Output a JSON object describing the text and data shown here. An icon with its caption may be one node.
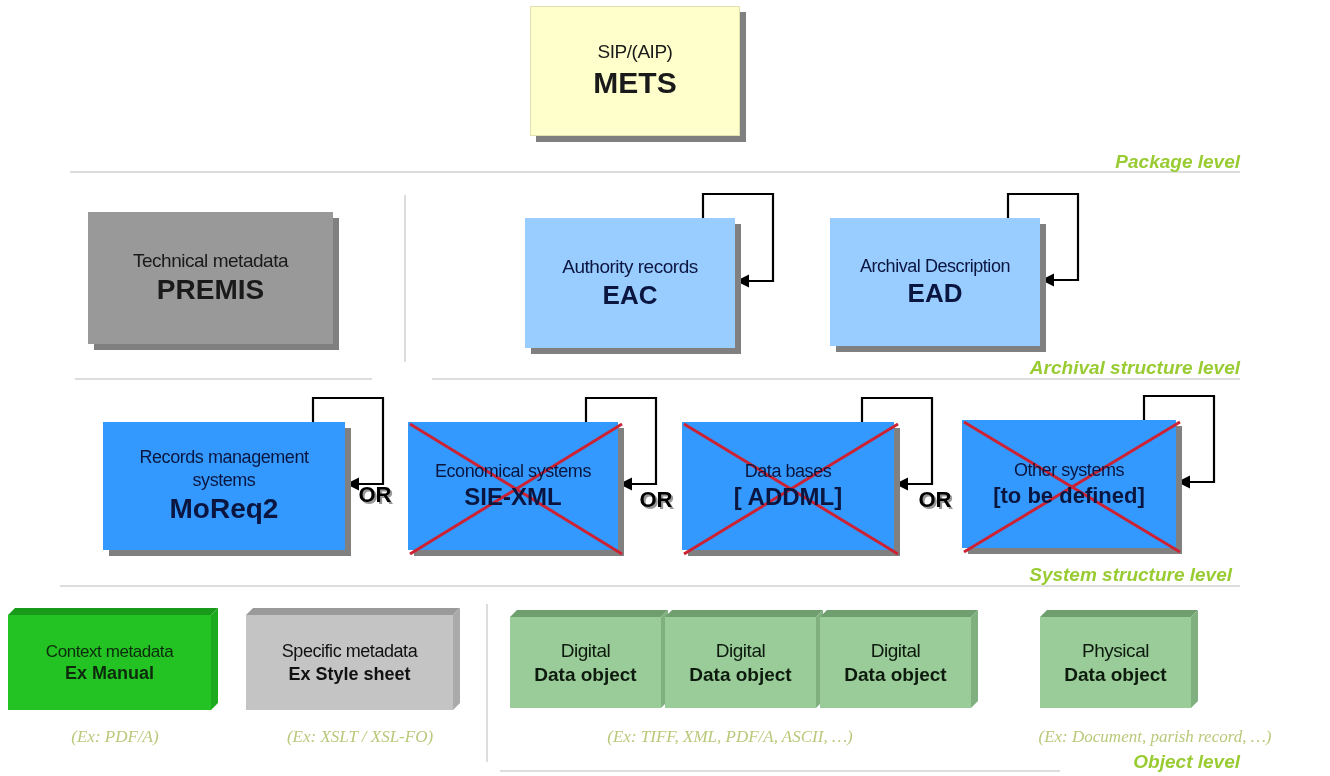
{
  "diagram": {
    "nodes": [
      {
        "text": [
          "SIP/(AIP)",
          "METS"
        ]
      },
      {
        "text": [
          "Technical metadata",
          "PREMIS"
        ]
      },
      {
        "text": [
          "Authority records",
          "EAC"
        ]
      },
      {
        "text": [
          "Archival Description",
          "EAD"
        ]
      },
      {
        "text": [
          "Records management systems",
          "MoReq2"
        ]
      },
      {
        "text": [
          "Economical systems",
          "SIE-XML"
        ]
      },
      {
        "text": [
          "Data bases",
          "[ ADDML]"
        ]
      },
      {
        "text": [
          "Other systems",
          "[to be defined]"
        ]
      },
      {
        "text": [
          "Context metadata",
          "Ex Manual"
        ],
        "beside": [
          "(Ex: PDF/A)"
        ]
      },
      {
        "text": [
          "Specific metadata",
          "Ex Style sheet"
        ],
        "beside": [
          "(Ex: XSLT / XSL-FO)"
        ]
      },
      {
        "text": [
          "Digital",
          "Data object"
        ]
      },
      {
        "text": [
          "Digital",
          "Data object"
        ]
      },
      {
        "text": [
          "Digital",
          "Data object"
        ]
      },
      {
        "text": [
          "Physical",
          "Data object"
        ],
        "beside": [
          "(Ex: Document, parish record, …)"
        ]
      }
    ],
    "edges": [
      {
        "from": 2,
        "to": 2,
        "arrow": "to"
      },
      {
        "from": 3,
        "to": 3,
        "arrow": "to"
      },
      {
        "from": 4,
        "to": 4,
        "arrow": "to"
      },
      {
        "from": 5,
        "to": 5,
        "arrow": "to"
      },
      {
        "from": 6,
        "to": 6,
        "arrow": "to"
      },
      {
        "from": 7,
        "to": 7,
        "arrow": "to"
      }
    ],
    "labels": [
      "Package level",
      "Archival structure level",
      "OR",
      "OR",
      "OR",
      "System structure level",
      "(Ex: TIFF, XML, PDF/A, ASCII, …)",
      "Object level"
    ]
  }
}
